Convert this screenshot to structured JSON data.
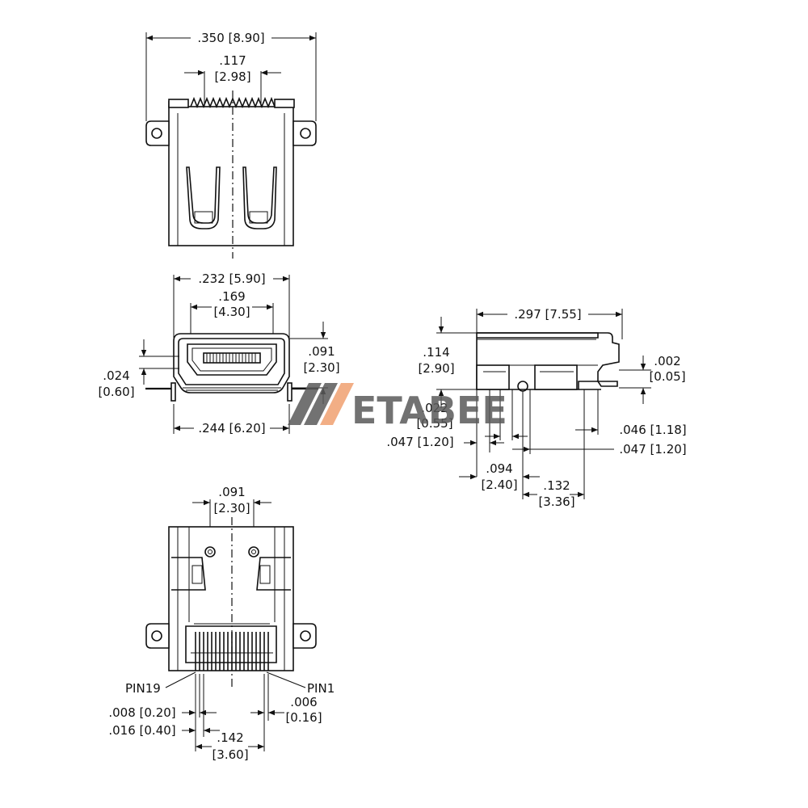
{
  "views": {
    "top": {
      "dim_width": ".350 [8.90]",
      "dim_slot_spacing_in": ".117",
      "dim_slot_spacing_mm": "[2.98]"
    },
    "front": {
      "dim_outer_width": ".232 [5.90]",
      "dim_opening_in": ".169",
      "dim_opening_mm": "[4.30]",
      "dim_height_in": ".091",
      "dim_height_mm": "[2.30]",
      "dim_offset_in": ".024",
      "dim_offset_mm": "[0.60]",
      "dim_footprint": ".244 [6.20]"
    },
    "side": {
      "dim_length": ".297 [7.55]",
      "dim_height_in": ".114",
      "dim_height_mm": "[2.90]",
      "dim_tab_in": ".002",
      "dim_tab_mm": "[0.05]",
      "dim_peg_in": ".022",
      "dim_peg_mm": "[0.55]",
      "dim_left_pad": ".047 [1.20]",
      "dim_right_tail": ".046 [1.18]",
      "dim_right_pad": ".047 [1.20]",
      "dim_peg_offset_in": ".094",
      "dim_peg_offset_mm": "[2.40]",
      "dim_pad_offset_in": ".132",
      "dim_pad_offset_mm": "[3.36]"
    },
    "bottom": {
      "dim_peg_spacing_in": ".091",
      "dim_peg_spacing_mm": "[2.30]",
      "label_pin19": "PIN19",
      "label_pin1": "PIN1",
      "dim_pad_width": ".008 [0.20]",
      "dim_pitch": ".016 [0.40]",
      "dim_gap_in": ".006",
      "dim_gap_mm": "[0.16]",
      "dim_span_in": ".142",
      "dim_span_mm": "[3.60]"
    }
  },
  "watermark": {
    "text": "ETABEE",
    "color_dark": "#5a5a5a",
    "color_accent": "#f0a070"
  }
}
